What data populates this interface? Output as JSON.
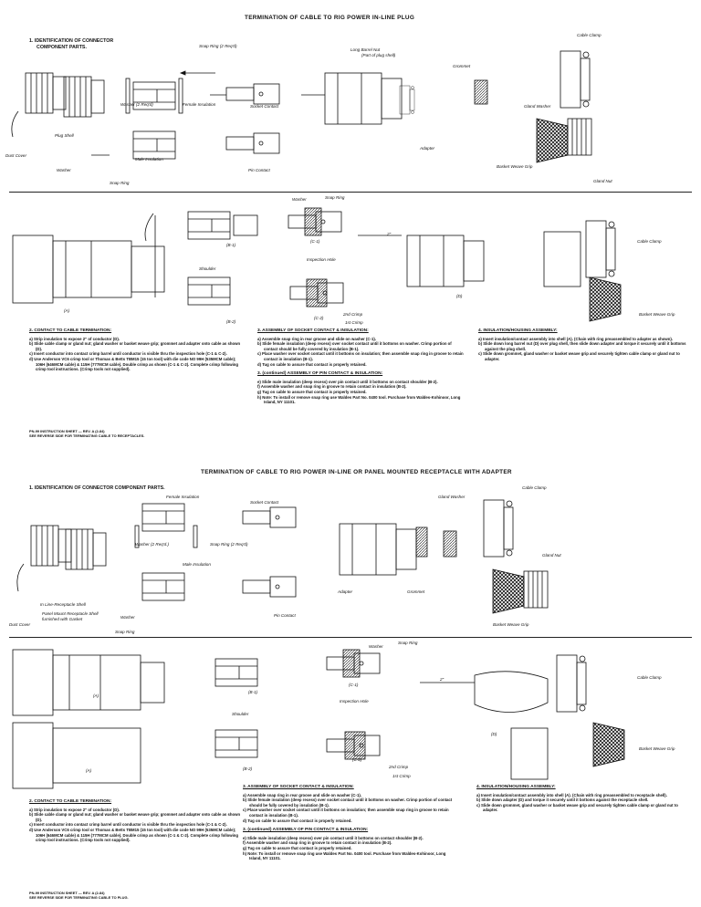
{
  "top": {
    "title": "TERMINATION OF CABLE TO RIG POWER IN-LINE PLUG",
    "section1": "1. IDENTIFICATION OF CONNECTOR",
    "section1b": "COMPONENT PARTS.",
    "labels": {
      "snap_ring_2": "Snap Ring (2 Req'd)",
      "long_barrel_nut": "Long Barrel Nut",
      "part_of_plug_shell": "(Part of plug shell)",
      "cable_clamp": "Cable Clamp",
      "grommet": "Grommet",
      "washer_2": "Washer (2 Req'd)",
      "female_insulation": "Female Insulation",
      "socket_contact": "Socket Contact",
      "gland_washer": "Gland Washer",
      "plug_shell": "Plug Shell",
      "adapter": "Adapter",
      "dust_cover": "Dust Cover",
      "male_insulation": "Male Insulation",
      "washer": "Washer",
      "pin_contact": "Pin Contact",
      "basket_weave_grip": "Basket Weave Grip",
      "snap_ring": "Snap Ring",
      "gland_nut": "Gland Nut"
    },
    "assembly": {
      "washer": "Washer",
      "snap_ring": "Snap Ring",
      "b1": "(B-1)",
      "c1": "(C-1)",
      "dim": "2\"",
      "cable_clamp": "Cable Clamp",
      "inspection_hole": "Inspection Hole",
      "shoulder": "Shoulder",
      "d": "(D)",
      "a": "(A)",
      "c2": "(C-2)",
      "crimp2": "2nd Crimp",
      "crimp1": "1st Crimp",
      "b2": "(B-2)",
      "basket": "Basket Weave Grip"
    },
    "step2": {
      "heading": "2. CONTACT TO CABLE TERMINATION:",
      "items": [
        "a) Strip insulation to expose 2\" of conductor (D).",
        "b) Slide cable clamp or gland nut; gland washer or basket weave grip; grommet and adapter onto cable as shown (D).",
        "c) Insert conductor into contact crimp barrel until conductor is visible thru the inspection hole (C-1 & C-2).",
        "d) Use Anderson VC6 crimp tool or Thomas & Betts TBM15 (15 ton tool) with die code NO 99H (535MCM cable); 106H (646MCM cable) & 115H (777MCM cable). Double crimp as shown (C-1 & C-2). Complete crimp following crimp tool instructions. (Crimp tools not supplied)."
      ]
    },
    "step3": {
      "heading": "3. ASSEMBLY OF SOCKET CONTACT & INSULATION:",
      "items": [
        "a) Assemble snap ring in rear groove and slide on washer (C-1).",
        "b) Slide female insulation (deep recess) over socket contact until it bottoms on washer. Crimp portion of contact should be fully covered by insulation (B-1).",
        "c) Place washer over socket contact until it bottoms on insulation; then assemble snap ring in groove to retain contact in insulation (B-1).",
        "d) Tug on cable to assure that contact is properly retained."
      ],
      "heading2": "3. (continued) ASSEMBLY OF PIN CONTACT & INSULATION:",
      "items2": [
        "e) Slide male insulation (deep recess) over pin contact until it bottoms on contact shoulder (B-2).",
        "f) Assemble washer and snap ring in groove to retain contact in insulation (B-2).",
        "g) Tug on cable to assure that contact is properly retained.",
        "h) Note: To install or remove snap ring use Waldes Part No. 0400 tool. Purchase from Waldes-Kohinoor, Long Island, NY 11101."
      ]
    },
    "step4": {
      "heading": "4. INSULATION/HOUSING ASSEMBLY:",
      "items": [
        "a) Insert insulation/contact assembly into shell (A). (Chain with ring preassembled to adapter as shown).",
        "b) Slide down long barrel nut (D) over plug shell, then slide down adapter and torque it securely until it bottoms against the plug shell.",
        "c) Slide down grommet, gland washer or basket weave grip and securely tighten cable clamp or gland nut to adapter."
      ]
    },
    "footer": [
      "PN-99 INSTRUCTION SHEET — REV. A (2-84)",
      "SEE REVERSE SIDE FOR TERMINATING CABLE TO RECEPTACLES."
    ]
  },
  "bottom": {
    "title": "TERMINATION OF CABLE TO RIG POWER IN-LINE OR PANEL MOUNTED RECEPTACLE WITH ADAPTER",
    "section1": "1. IDENTIFICATION OF CONNECTOR COMPONENT PARTS.",
    "labels": {
      "female_insulation": "Female Insulation",
      "socket_contact": "Socket Contact",
      "gland_washer": "Gland Washer",
      "cable_clamp": "Cable Clamp",
      "washer_2": "Washer (2 Req'd.)",
      "snap_ring_2": "Snap Ring (2 Req'd)",
      "gland_nut": "Gland Nut",
      "male_insulation": "Male Insulation",
      "adapter": "Adapter",
      "grommet": "Grommet",
      "inline_shell": "In Line-Receptacle Shell",
      "panel_shell": "Panel Mount Receptacle Shell",
      "furnished": "furnished with Gasket",
      "dust_cover": "Dust Cover",
      "washer": "Washer",
      "pin_contact": "Pin Contact",
      "basket_weave_grip": "Basket Weave Grip",
      "snap_ring": "Snap Ring"
    },
    "assembly": {
      "washer": "Washer",
      "snap_ring": "Snap Ring",
      "c1": "(C-1)",
      "dim": "2\"",
      "cable_clamp": "Cable Clamp",
      "a_top": "(A)",
      "b1": "(B-1)",
      "inspection_hole": "Inspection Hole",
      "shoulder": "Shoulder",
      "d": "(D)",
      "basket": "Basket Weave Grip",
      "a": "(A)",
      "b2": "(B-2)",
      "c2": "(C-2)",
      "crimp2": "2nd Crimp",
      "crimp1": "1st Crimp"
    },
    "step2": {
      "heading": "2. CONTACT TO CABLE TERMINATION:",
      "items": [
        "a) Strip insulation to expose 2\" of conductor (D).",
        "b) Slide cable clamp or gland nut; gland washer or basket weave grip; grommet and adapter onto cable as shown (D).",
        "c) Insert conductor into contact crimp barrel until conductor is visible thru the inspection hole (C-1 & C-2).",
        "d) Use Anderson VC6 crimp tool or Thomas & Betts TBM15 (15 ton tool) with die code NO 99H (535MCM cable); 106H (646MCM cable) & 115H (777MCM cable). Double crimp as shown (C-1 & C-2). Complete crimp following crimp tool instructions. (Crimp tools not supplied)."
      ]
    },
    "step3": {
      "heading": "3. ASSEMBLY OF SOCKET CONTACT & INSULATION:",
      "items": [
        "a) Assemble snap ring in rear groove and slide on washer (C-1).",
        "b) Slide female insulation (deep recess) over socket contact until it bottoms on washer. Crimp portion of contact should be fully covered by insulation (B-1).",
        "c) Place washer over socket contact until it bottoms on insulation; then assemble snap ring in groove to retain contact in insulation (B-1).",
        "d) Tug on cable to assure that contact is properly retained."
      ],
      "heading2": "3. (continued) ASSEMBLY OF PIN CONTACT & INSULATION:",
      "items2": [
        "e) Slide male insulation (deep recess) over pin contact until it bottoms on contact shoulder (B-2).",
        "f) Assemble washer and snap ring in groove to retain contact in insulation (B-2).",
        "g) Tug on cable to assure that contact is properly retained.",
        "h) Note: To install or remove snap ring use Waldes Part No. 0400 tool. Purchase from Waldes-Kohinoor, Long Island, NY 11101."
      ]
    },
    "step4": {
      "heading": "4. INSULATION/HOUSING ASSEMBLY:",
      "items": [
        "a) Insert insulation/contact assembly into shell (A). (Chain with ring preassembled to receptacle shell).",
        "b) Slide down adapter (D) and torque it securely until it bottoms against the receptacle shell.",
        "c) Slide down grommet, gland washer or basket weave grip and securely tighten cable clamp or gland nut to adapter."
      ]
    },
    "footer": [
      "PN-99 INSTRUCTION SHEET — REV. A (2-84)",
      "SEE REVERSE SIDE FOR TERMINATING CABLE TO PLUG."
    ]
  }
}
